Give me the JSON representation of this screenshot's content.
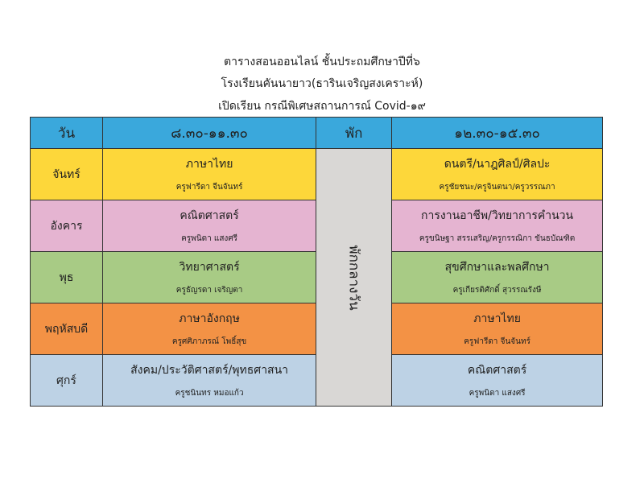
{
  "titles": [
    "ตารางสอนออนไลน์ ชั้นประถมศึกษาปีที่๖",
    "โรงเรียนคันนายาว(ธารินเจริญสงเคราะห์)",
    "เปิดเรียน กรณีพิเศษสถานการณ์ Covid-๑๙"
  ],
  "header": {
    "day": "วัน",
    "morning": "๘.๓๐-๑๑.๓๐",
    "break": "พัก",
    "afternoon": "๑๒.๓๐-๑๕.๓๐"
  },
  "break_label": "พักกลางวัน",
  "rows": [
    {
      "day": "จันทร์",
      "color": "#fdd73a",
      "am": {
        "subject": "ภาษาไทย",
        "teacher": "ครูฟารีดา จีนจันทร์"
      },
      "pm": {
        "subject": "ดนตรี/นาฎศิลป์/ศิลปะ",
        "teacher": "ครูชัยชนะ/ครูจินตนา/ครูวรรณภา"
      }
    },
    {
      "day": "อังคาร",
      "color": "#e5b4d1",
      "am": {
        "subject": "คณิตศาสตร์",
        "teacher": "ครูพนิดา แสงศรี"
      },
      "pm": {
        "subject": "การงานอาชีพ/วิทยาการคำนวน",
        "teacher": "ครูขนิษฐา สรรเสริญ/ครูกรรณิกา ขันธบัณฑิต"
      }
    },
    {
      "day": "พุธ",
      "color": "#a8cb85",
      "am": {
        "subject": "วิทยาศาสตร์",
        "teacher": "ครูธัญรดา เจริญตา"
      },
      "pm": {
        "subject": "สุขศึกษาและพลศึกษา",
        "teacher": "ครูเกียรติศักดิ์ สุวรรณรังษี"
      }
    },
    {
      "day": "พฤหัสบดี",
      "color": "#f39245",
      "am": {
        "subject": "ภาษาอังกฤษ",
        "teacher": "ครูศศิภาภรณ์ โพธิ์สุข"
      },
      "pm": {
        "subject": "ภาษาไทย",
        "teacher": "ครูฟารีดา จีนจันทร์"
      }
    },
    {
      "day": "ศุกร์",
      "color": "#bdd2e5",
      "am": {
        "subject": "สังคม/ประวัติศาสตร์/พุทธศาสนา",
        "teacher": "ครูชนินทร หมอแก้ว"
      },
      "pm": {
        "subject": "คณิตศาสตร์",
        "teacher": "ครูพนิดา แสงศรี"
      }
    }
  ]
}
